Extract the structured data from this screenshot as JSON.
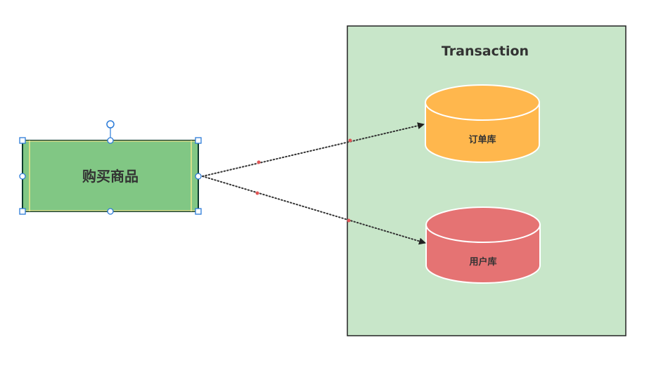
{
  "transaction": {
    "title": "Transaction",
    "fill": "#c8e6c9",
    "stroke": "#222222"
  },
  "source": {
    "label": "购买商品",
    "fill": "#81c784",
    "stroke": "#0d3b2e",
    "inner_line": "#f0e68c",
    "state": "selected"
  },
  "databases": [
    {
      "label": "订单库",
      "fill": "#ffb74d",
      "stroke": "#ffffff"
    },
    {
      "label": "用户库",
      "fill": "#e57373",
      "stroke": "#ffffff"
    }
  ],
  "connectors": [
    {
      "from": "source",
      "to": "订单库",
      "style": "dotted",
      "color": "#333333",
      "waypoint_color": "#e05555"
    },
    {
      "from": "source",
      "to": "用户库",
      "style": "dotted",
      "color": "#333333",
      "waypoint_color": "#e05555"
    }
  ],
  "selection": {
    "handle_color": "#2b7bd8"
  }
}
